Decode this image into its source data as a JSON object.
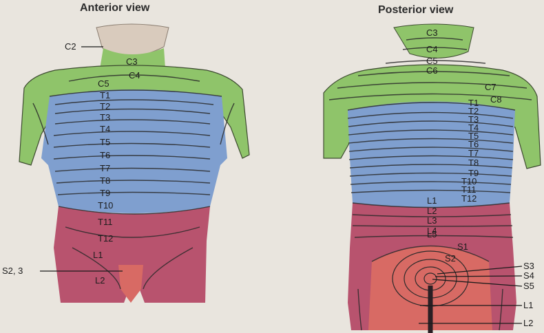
{
  "anterior": {
    "title": "Anterior view",
    "labels": [
      "C2",
      "C3",
      "C4",
      "C5",
      "T1",
      "T2",
      "T3",
      "T4",
      "T5",
      "T6",
      "T7",
      "T8",
      "T9",
      "T10",
      "T11",
      "T12",
      "L1",
      "L2",
      "S2, 3"
    ]
  },
  "posterior": {
    "title": "Posterior view",
    "labels": [
      "C3",
      "C4",
      "C5",
      "C6",
      "C7",
      "C8",
      "T1",
      "T2",
      "T3",
      "T4",
      "T5",
      "T6",
      "T7",
      "T8",
      "T9",
      "T10",
      "T11",
      "T12",
      "L1",
      "L2",
      "L3",
      "L4",
      "L5",
      "S1",
      "S2",
      "S3",
      "S4",
      "S5",
      "L1",
      "L2"
    ]
  },
  "colors": {
    "background": "#e9e5de",
    "cervical": "#8fc46a",
    "thoracic": "#7f9fcf",
    "lumbar": "#b8536e",
    "sacral": "#d86a64",
    "skin": "#d9cbbd"
  }
}
